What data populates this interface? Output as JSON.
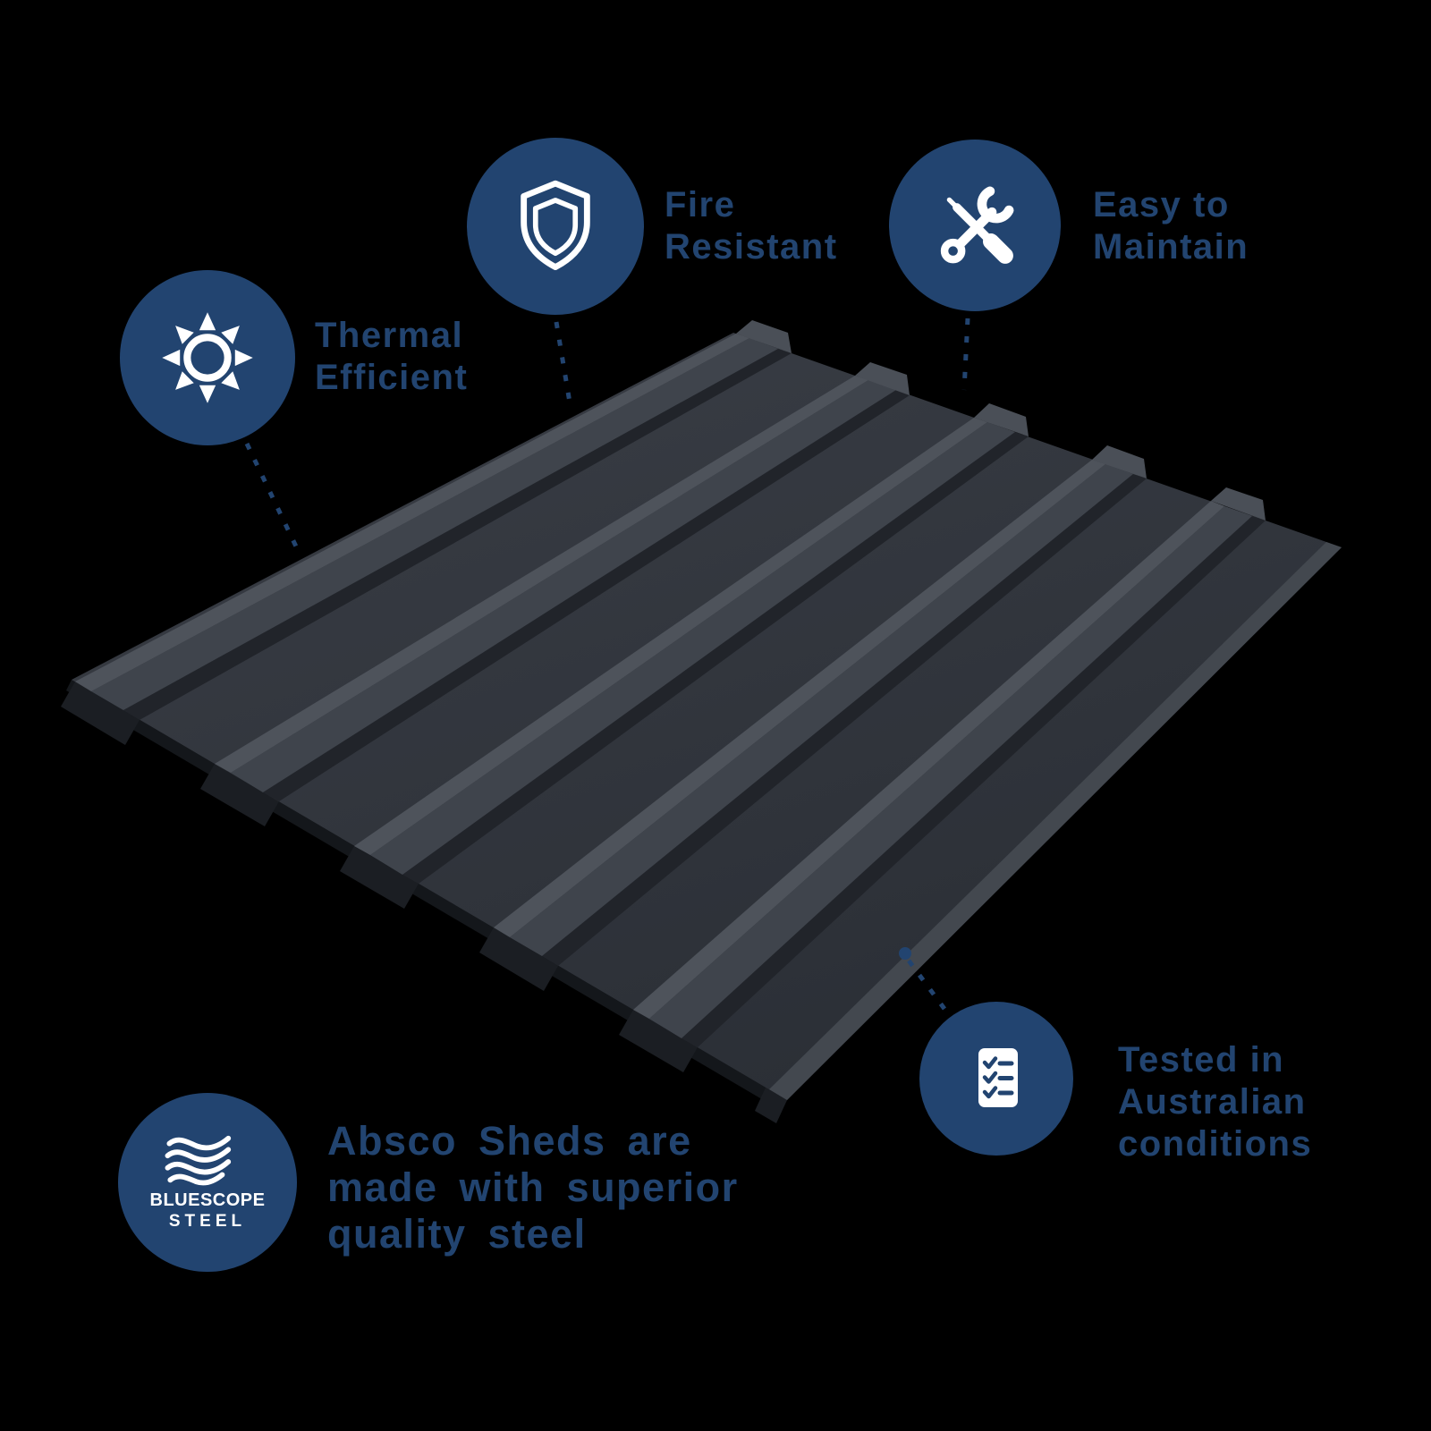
{
  "colors": {
    "navy": "#224470",
    "icon_white": "#ffffff",
    "steel": "#33373e",
    "background": "#000000"
  },
  "illustration": "corrugated-steel-roof-sheet",
  "features": [
    {
      "icon": "sun-icon",
      "line1": "Thermal",
      "line2": "Efficient"
    },
    {
      "icon": "shield-icon",
      "line1": "Fire",
      "line2": "Resistant"
    },
    {
      "icon": "tools-icon",
      "line1": "Easy to",
      "line2": "Maintain"
    },
    {
      "icon": "checklist-icon",
      "line1": "Tested in",
      "line2": "Australian",
      "line3": "conditions"
    }
  ],
  "brand": {
    "logo_icon": "bluescope-waves-icon",
    "logo_line1": "BLUESCOPE",
    "logo_line2": "STEEL",
    "tagline_line1": "Absco Sheds are",
    "tagline_line2": "made with superior",
    "tagline_line3": "quality steel"
  }
}
